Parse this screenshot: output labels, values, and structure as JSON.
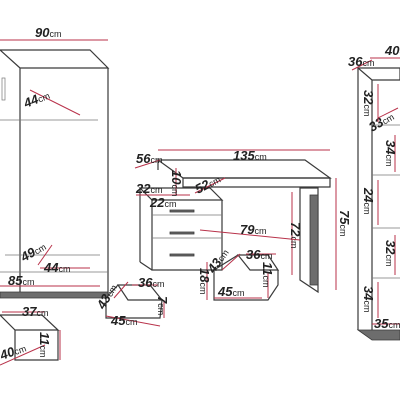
{
  "unit": "cm",
  "wardrobe": {
    "width": "90",
    "depth": "44",
    "inner_shelf_h": "49",
    "inner_shelf_d": "44",
    "inner_width": "85",
    "drawer_w": "37",
    "drawer_d": "40",
    "drawer_h": "11"
  },
  "desk": {
    "width": "135",
    "depth": "56",
    "height": "75",
    "leg_h": "72",
    "knee_w": "79",
    "ped_w": "22",
    "ped_top": "10",
    "ped_d": "52",
    "ped_inner": "22",
    "drawer_a_w": "36",
    "drawer_a_d": "43",
    "drawer_a_l": "45",
    "drawer_a_h": "7",
    "drawer_b_w": "36",
    "drawer_b_d": "43",
    "drawer_b_l": "45",
    "drawer_b_h": "11",
    "drawer_b_side": "18"
  },
  "shelf": {
    "width": "40",
    "depth": "36",
    "inner_top_d": "33",
    "comp1": "32",
    "comp2": "34",
    "comp3": "24",
    "comp4": "32",
    "comp5": "34",
    "inner_w": "35"
  }
}
